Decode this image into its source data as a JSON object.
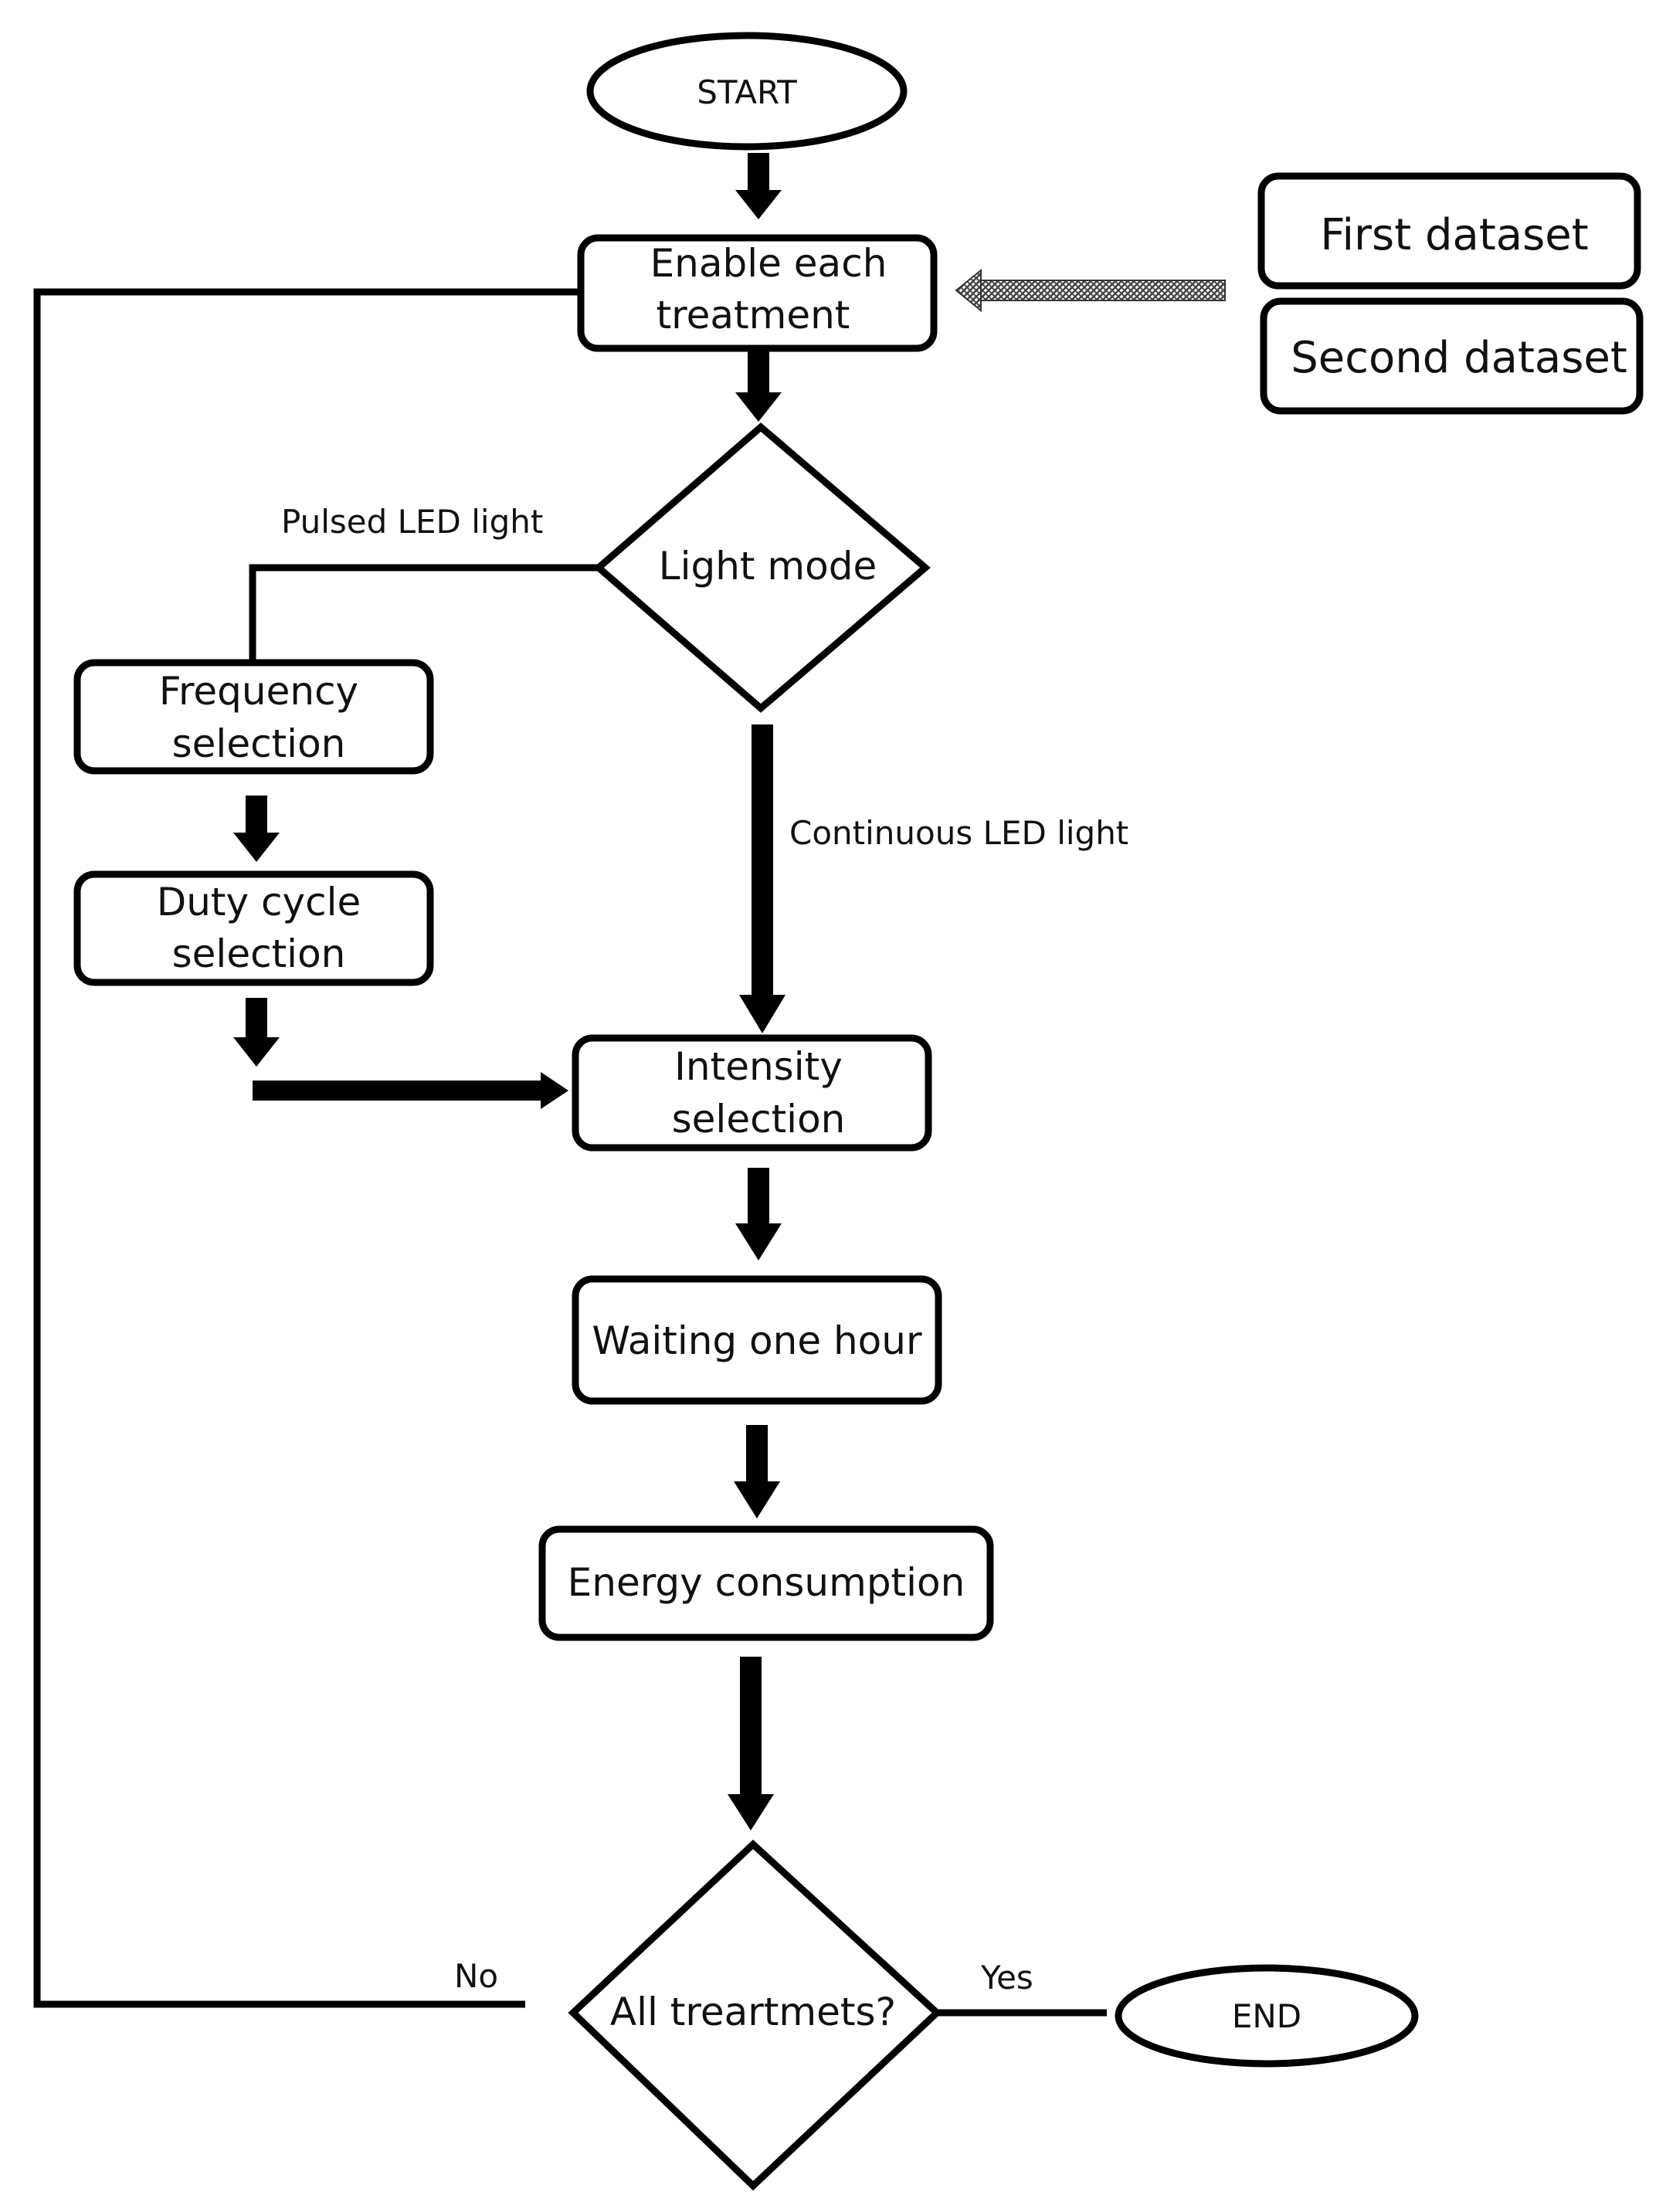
{
  "nodes": {
    "start": "START",
    "enable": [
      "Enable each",
      "treatment"
    ],
    "first_dataset": "First dataset",
    "second_dataset": "Second dataset",
    "light_mode": "Light mode",
    "frequency": [
      "Frequency",
      "selection"
    ],
    "duty_cycle": [
      "Duty cycle",
      "selection"
    ],
    "intensity": [
      "Intensity",
      "selection"
    ],
    "waiting": "Waiting one hour",
    "energy": "Energy consumption",
    "all_treatments": "All treartmets?",
    "end": "END"
  },
  "edge_labels": {
    "pulsed": "Pulsed LED light",
    "continuous": "Continuous LED light",
    "no": "No",
    "yes": "Yes"
  },
  "colors": {
    "stroke": "#000000",
    "fill": "#ffffff",
    "hatch": "#444444"
  }
}
